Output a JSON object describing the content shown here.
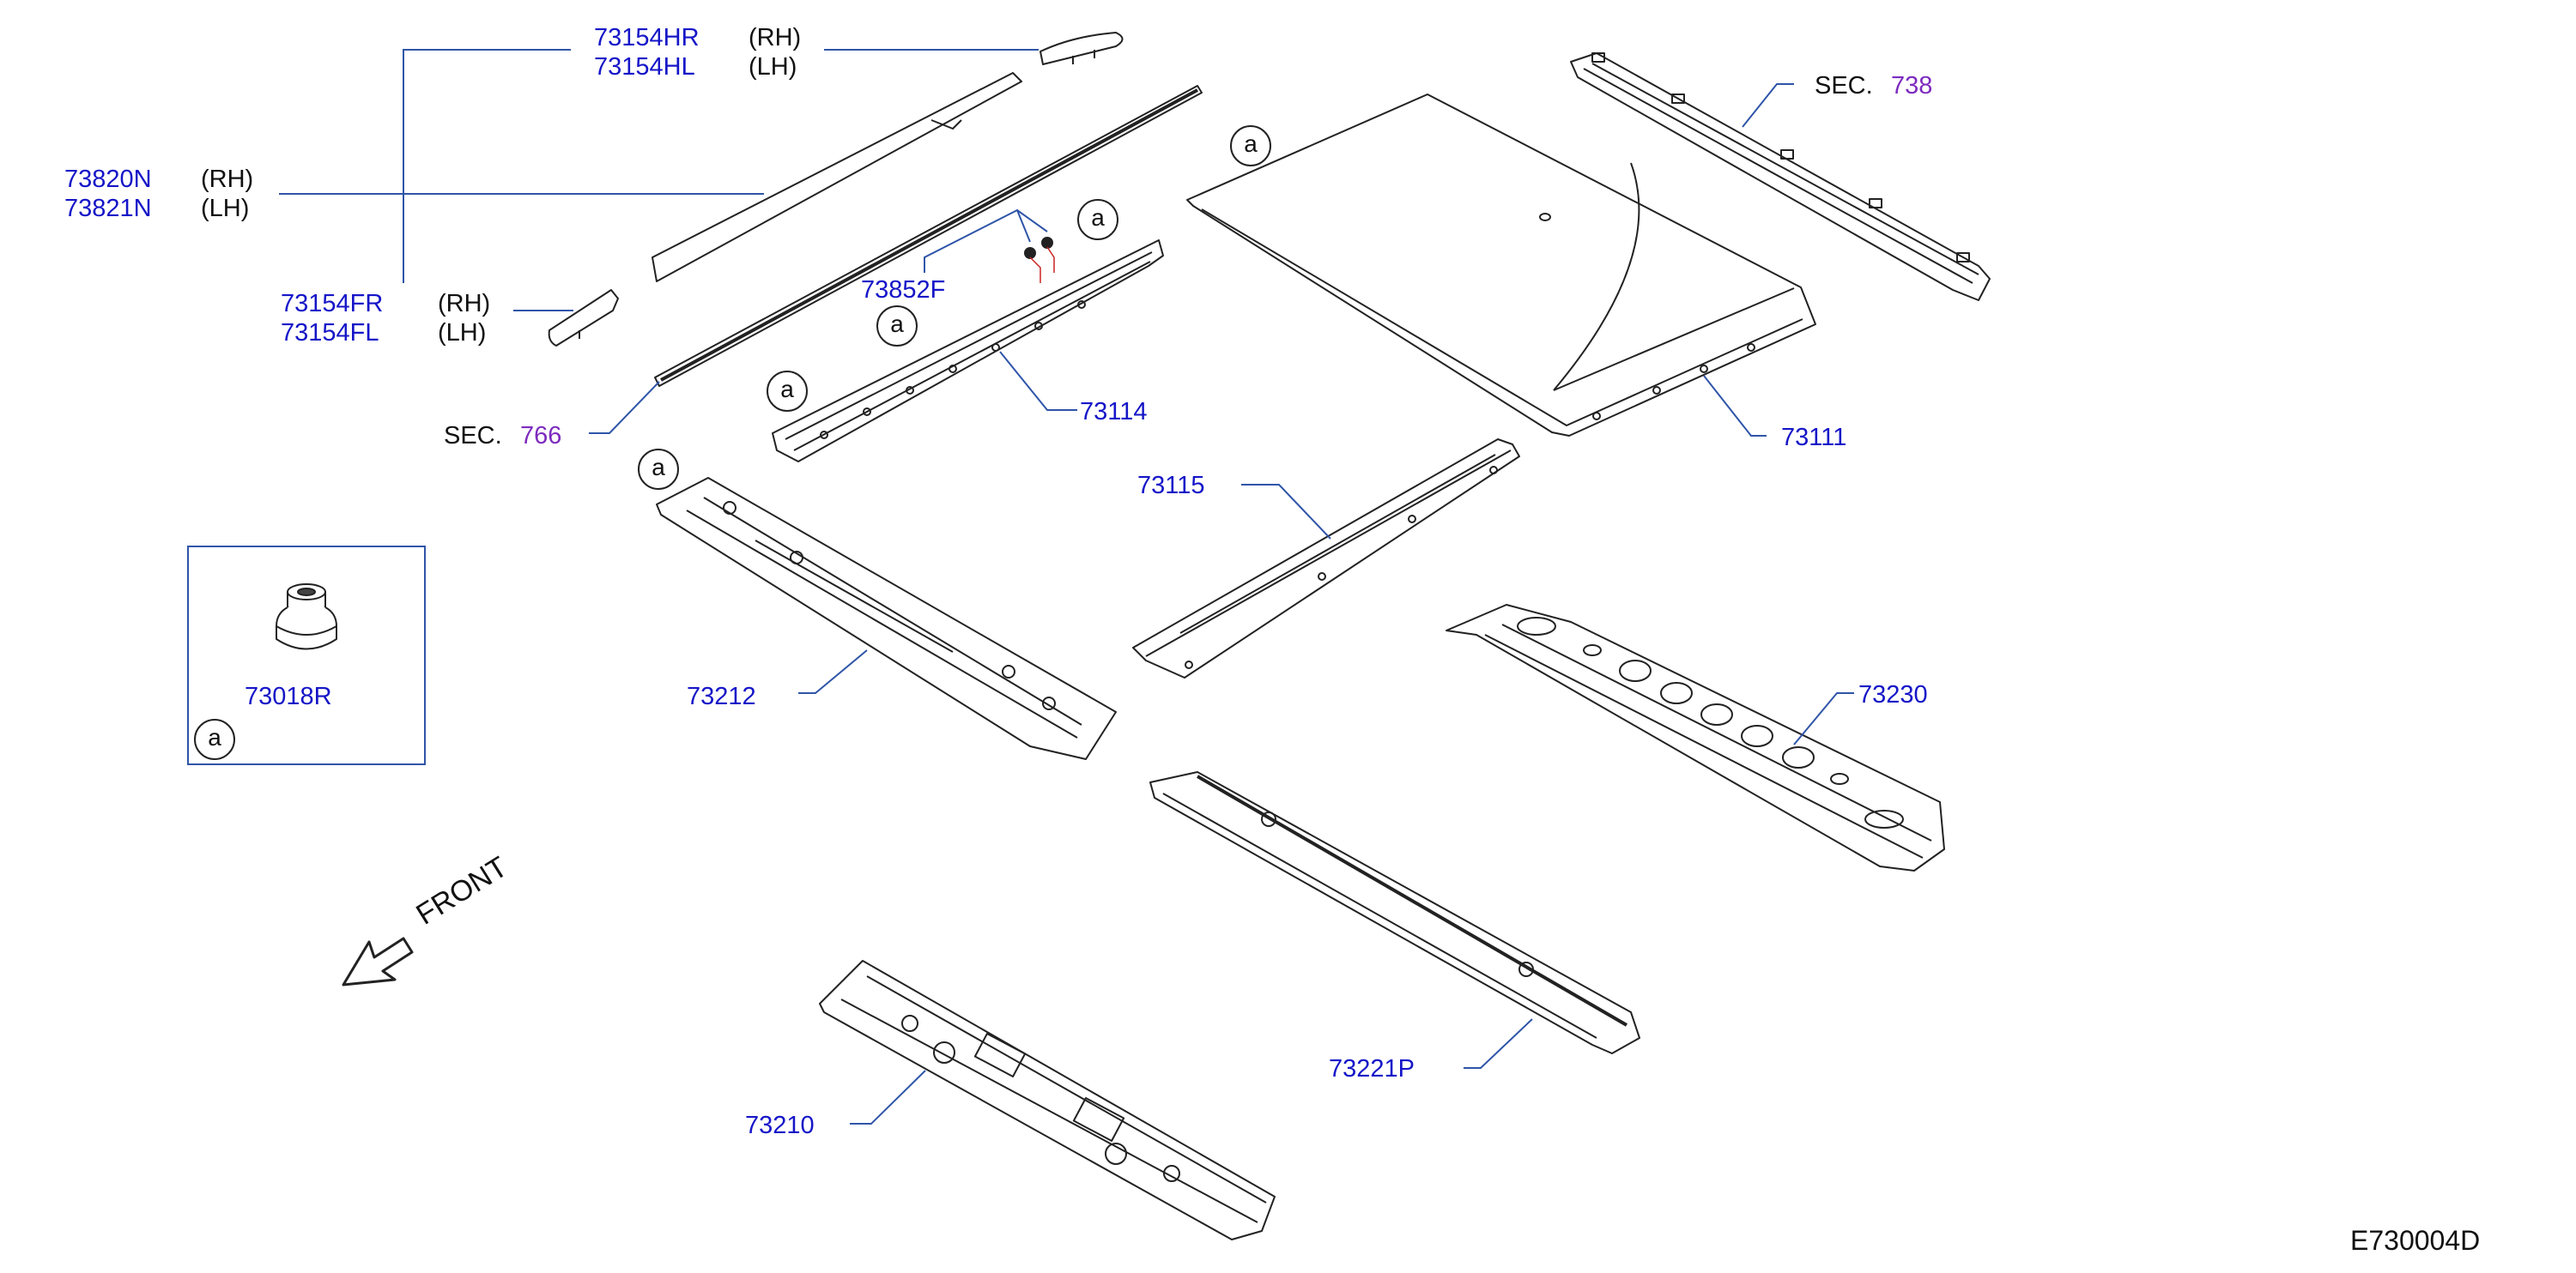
{
  "colors": {
    "part_number": "#1515c8",
    "section_number": "#7d2bbf",
    "text": "#111111",
    "leader": "#2f55a8",
    "outline": "#222222"
  },
  "parts": {
    "p73154HR": "73154HR",
    "p73154HR_side": "(RH)",
    "p73154HL": "73154HL",
    "p73154HL_side": "(LH)",
    "p73820N": "73820N",
    "p73820N_side": "(RH)",
    "p73821N": "73821N",
    "p73821N_side": "(LH)",
    "p73154FR": "73154FR",
    "p73154FR_side": "(RH)",
    "p73154FL": "73154FL",
    "p73154FL_side": "(LH)",
    "p73852F": "73852F",
    "p73114": "73114",
    "p73111": "73111",
    "p73115": "73115",
    "p73212": "73212",
    "p73230": "73230",
    "p73221P": "73221P",
    "p73210": "73210",
    "p73018R": "73018R"
  },
  "sections": {
    "sec_prefix_1": "SEC.",
    "sec_738": "738",
    "sec_prefix_2": "SEC.",
    "sec_766": "766"
  },
  "callouts": {
    "a": "a"
  },
  "front_label": "FRONT",
  "diagram_code": "E730004D"
}
